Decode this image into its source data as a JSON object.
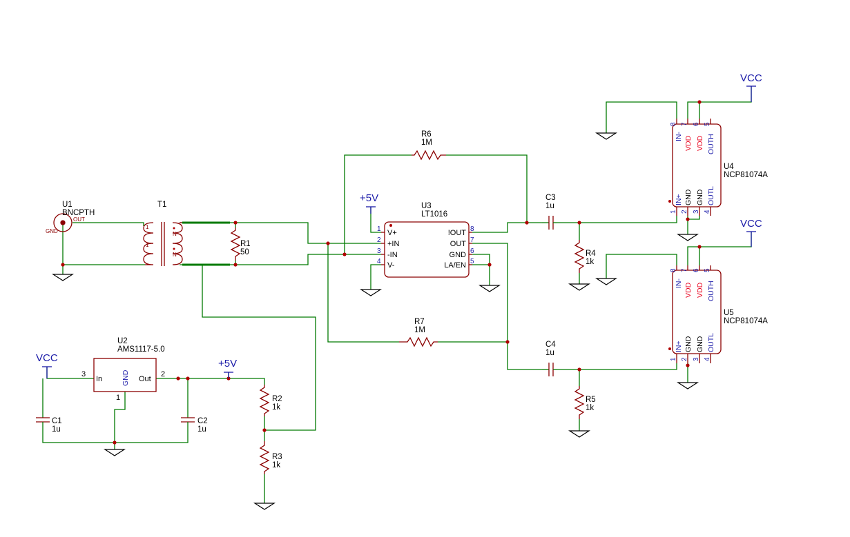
{
  "parts": {
    "U1": {
      "ref": "U1",
      "value": "BNCPTH",
      "pin_out": "OUT",
      "pin_gnd": "GND"
    },
    "T1": {
      "ref": "T1",
      "pin1": "1",
      "pin2": "1",
      "n1": "N",
      "n2": "N"
    },
    "R1": {
      "ref": "R1",
      "value": "50"
    },
    "R6": {
      "ref": "R6",
      "value": "1M"
    },
    "R7": {
      "ref": "R7",
      "value": "1M"
    },
    "R2": {
      "ref": "R2",
      "value": "1k"
    },
    "R3": {
      "ref": "R3",
      "value": "1k"
    },
    "R4": {
      "ref": "R4",
      "value": "1k"
    },
    "R5": {
      "ref": "R5",
      "value": "1k"
    },
    "C1": {
      "ref": "C1",
      "value": "1u"
    },
    "C2": {
      "ref": "C2",
      "value": "1u"
    },
    "C3": {
      "ref": "C3",
      "value": "1u"
    },
    "C4": {
      "ref": "C4",
      "value": "1u"
    },
    "U2": {
      "ref": "U2",
      "value": "AMS1117-5.0",
      "pin_in": "In",
      "pin_gnd": "GND",
      "pin_out": "Out",
      "num_in": "3",
      "num_gnd": "1",
      "num_out": "2"
    },
    "U3": {
      "ref": "U3",
      "value": "LT1016",
      "left_pins": [
        {
          "num": "1",
          "name": "V+"
        },
        {
          "num": "2",
          "name": "+IN"
        },
        {
          "num": "3",
          "name": "-IN"
        },
        {
          "num": "4",
          "name": "V-"
        }
      ],
      "right_pins": [
        {
          "num": "8",
          "name": "!OUT"
        },
        {
          "num": "7",
          "name": "OUT"
        },
        {
          "num": "6",
          "name": "GND"
        },
        {
          "num": "5",
          "name": "LA/EN"
        }
      ]
    },
    "U4": {
      "ref": "U4",
      "value": "NCP81074A",
      "top_pins": [
        {
          "num": "8",
          "name": "IN-"
        },
        {
          "num": "7",
          "name": "VDD"
        },
        {
          "num": "6",
          "name": "VDD"
        },
        {
          "num": "5",
          "name": "OUTH"
        }
      ],
      "bottom_pins": [
        {
          "num": "1",
          "name": "IN+"
        },
        {
          "num": "2",
          "name": "GND"
        },
        {
          "num": "3",
          "name": "GND"
        },
        {
          "num": "4",
          "name": "OUTL"
        }
      ]
    },
    "U5": {
      "ref": "U5",
      "value": "NCP81074A",
      "top_pins": [
        {
          "num": "8",
          "name": "IN-"
        },
        {
          "num": "7",
          "name": "VDD"
        },
        {
          "num": "6",
          "name": "VDD"
        },
        {
          "num": "5",
          "name": "OUTH"
        }
      ],
      "bottom_pins": [
        {
          "num": "1",
          "name": "IN+"
        },
        {
          "num": "2",
          "name": "GND"
        },
        {
          "num": "3",
          "name": "GND"
        },
        {
          "num": "4",
          "name": "OUTL"
        }
      ]
    }
  },
  "power": {
    "vcc": "VCC",
    "p5v": "+5V"
  },
  "colors": {
    "wire": "#007a00",
    "part": "#8b0000",
    "junction": "#b00000",
    "power": "#1a1aa8",
    "pin_red": "#e8001c"
  }
}
